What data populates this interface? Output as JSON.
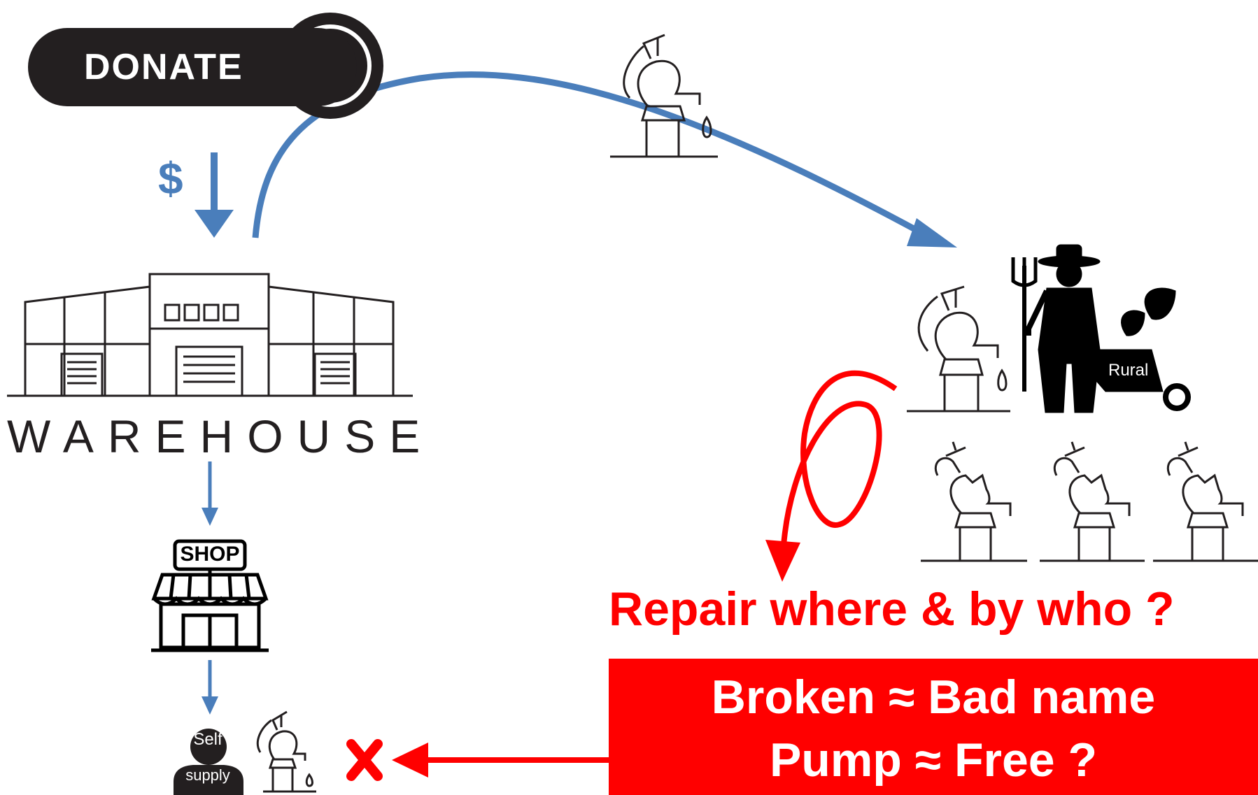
{
  "donate_button": {
    "label": "DONATE",
    "icon": "gift-icon"
  },
  "money_flow": {
    "label": "$"
  },
  "warehouse": {
    "label": "WAREHOUSE"
  },
  "shop": {
    "sign_label": "SHOP"
  },
  "self_supply": {
    "line1": "Self",
    "line2": "supply"
  },
  "rural": {
    "label": "Rural"
  },
  "repair_question": "Repair where & by who ?",
  "broken_box": {
    "line1": "Broken ≈ Bad name",
    "line2": "Pump ≈ Free ?"
  },
  "colors": {
    "flow_arrow": "#4a7ebb",
    "problem": "#ff0000",
    "dark": "#231f20"
  },
  "icons": [
    "gift-icon",
    "warehouse-icon",
    "shop-icon",
    "hand-pump-icon",
    "farmer-icon",
    "broken-pump-icon",
    "person-icon",
    "cross-icon"
  ]
}
